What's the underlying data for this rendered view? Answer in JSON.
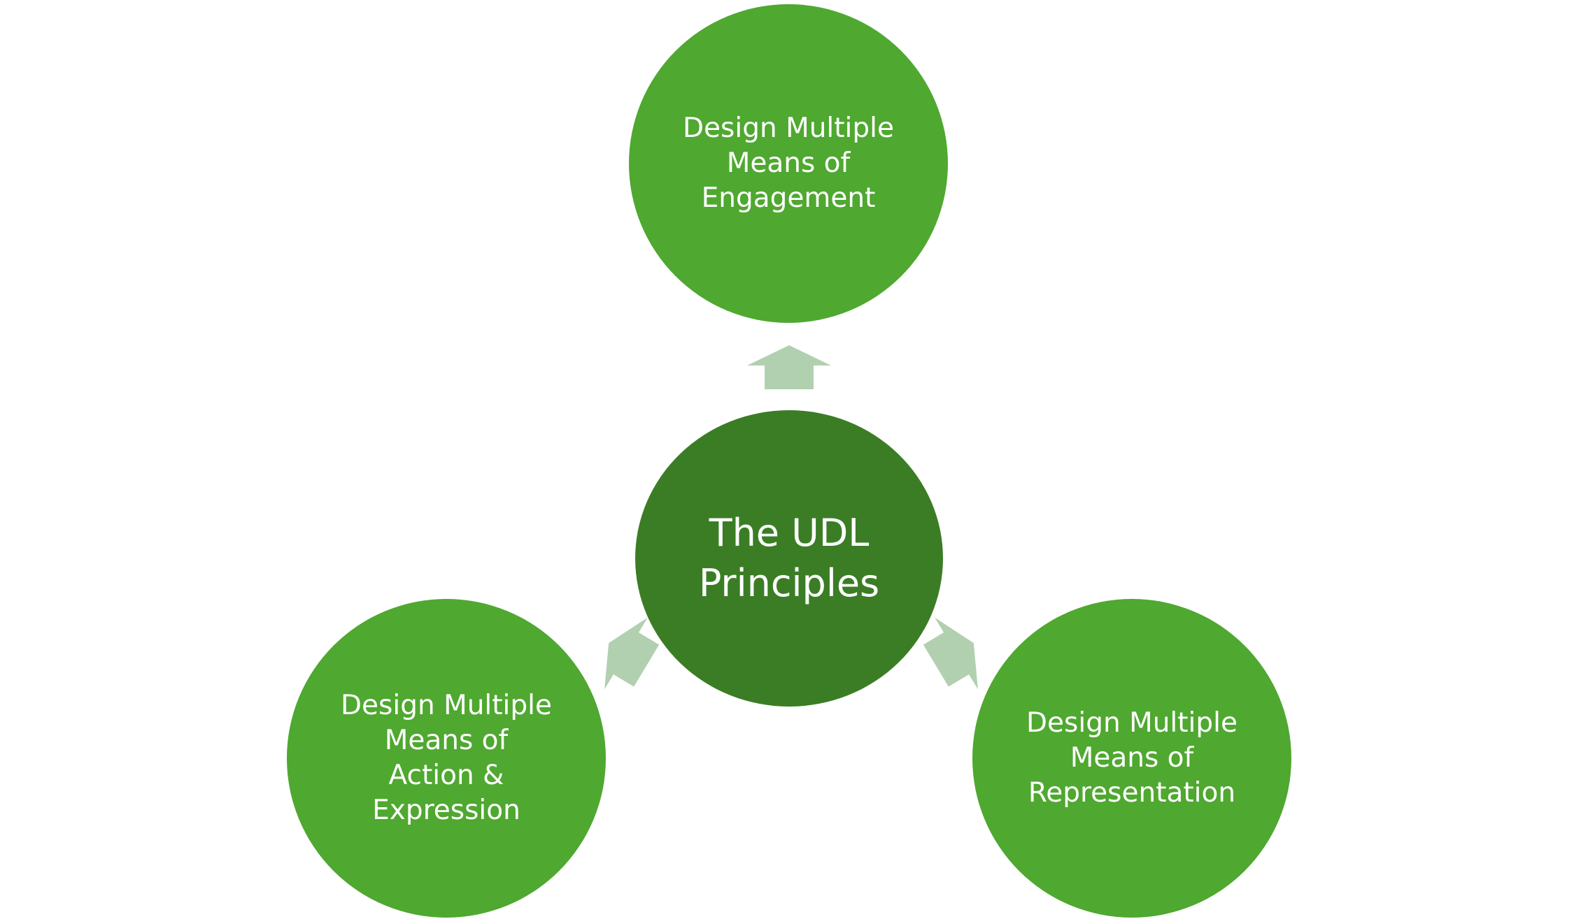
{
  "diagram": {
    "center": {
      "label_lines": [
        "The UDL",
        "Principles"
      ],
      "fill": "#3b7d25"
    },
    "nodes": [
      {
        "id": "engagement",
        "label_lines": [
          "Design Multiple",
          "Means of",
          "Engagement"
        ],
        "fill": "#4fa830"
      },
      {
        "id": "action-expression",
        "label_lines": [
          "Design Multiple",
          "Means of",
          "Action &",
          "Expression"
        ],
        "fill": "#4fa830"
      },
      {
        "id": "representation",
        "label_lines": [
          "Design Multiple",
          "Means of",
          "Representation"
        ],
        "fill": "#4fa830"
      }
    ],
    "arrow_fill": "#b1d0b0",
    "text_color": "#ffffff"
  }
}
